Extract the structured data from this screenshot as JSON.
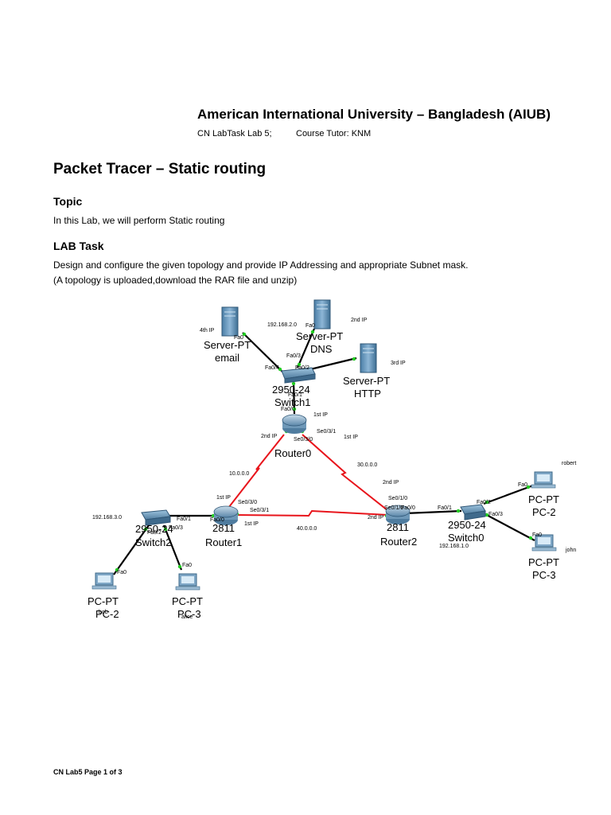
{
  "document": {
    "university_title": "American International University – Bangladesh (AIUB)",
    "course_line": "CN LabTask Lab 5;",
    "tutor_line": "Course Tutor: KNM",
    "heading": "Packet Tracer – Static routing",
    "topic_heading": "Topic",
    "topic_text": "In this Lab, we will perform Static routing",
    "task_heading": "LAB Task",
    "task_text_1": "Design and configure the given topology and provide IP Addressing and appropriate Subnet mask.",
    "task_text_2": "(A topology is uploaded,download the RAR file and unzip)",
    "footer": "CN Lab5  Page 1 of 3"
  },
  "topology": {
    "devices": {
      "server_email": {
        "type": "Server-PT",
        "name": "email",
        "ip_note": "4th IP"
      },
      "server_dns": {
        "type": "Server-PT",
        "name": "DNS",
        "ip_note": "2nd IP"
      },
      "server_http": {
        "type": "Server-PT",
        "name": "HTTP",
        "ip_note": "3rd IP"
      },
      "switch1": {
        "type": "2950-24",
        "name": "Switch1"
      },
      "router0": {
        "name": "Router0",
        "ip_note_top": "1st IP",
        "ip_note_left": "2nd IP",
        "ip_note_right": "1st IP"
      },
      "router1": {
        "type": "2811",
        "name": "Router1",
        "ip_note_top": "1st IP",
        "ip_note_right": "1st IP"
      },
      "router2": {
        "type": "2811",
        "name": "Router2",
        "ip_note_top": "2nd IP",
        "ip_note_left": "2nd IP"
      },
      "switch2": {
        "type": "2950-24",
        "name": "Switch2"
      },
      "switch0": {
        "type": "2950-24",
        "name": "Switch0"
      },
      "pc_bob": {
        "type": "PC-PT",
        "name": "PC-2",
        "user": "bob"
      },
      "pc_alice": {
        "type": "PC-PT",
        "name": "PC-3",
        "user": "alice"
      },
      "pc_robert": {
        "type": "PC-PT",
        "name": "PC-2",
        "user": "robert"
      },
      "pc_john": {
        "type": "PC-PT",
        "name": "PC-3",
        "user": "john"
      }
    },
    "networks": {
      "server_lan": "192.168.2.0",
      "r0_r1": "10.0.0.0",
      "r0_r2": "30.0.0.0",
      "r1_r2": "40.0.0.0",
      "left_lan": "192.168.3.0",
      "right_lan": "192.168.1.0"
    },
    "ports": {
      "fa0": "Fa0",
      "fa0_0": "Fa0/0",
      "fa0_1": "Fa0/1",
      "fa0_2": "Fa0/2",
      "fa0_3": "Fa0/3",
      "fa0_4": "Fa0/4",
      "se0_3_0": "Se0/3/0",
      "se0_3_1": "Se0/3/1",
      "se0_1_0": "Se0/1/0"
    },
    "colors": {
      "serial_link": "#e8141b",
      "ethernet_link": "#000000",
      "port_led": "#22cc22",
      "router_body": "#6e98b8",
      "server_body": "#5d8fb5"
    }
  }
}
